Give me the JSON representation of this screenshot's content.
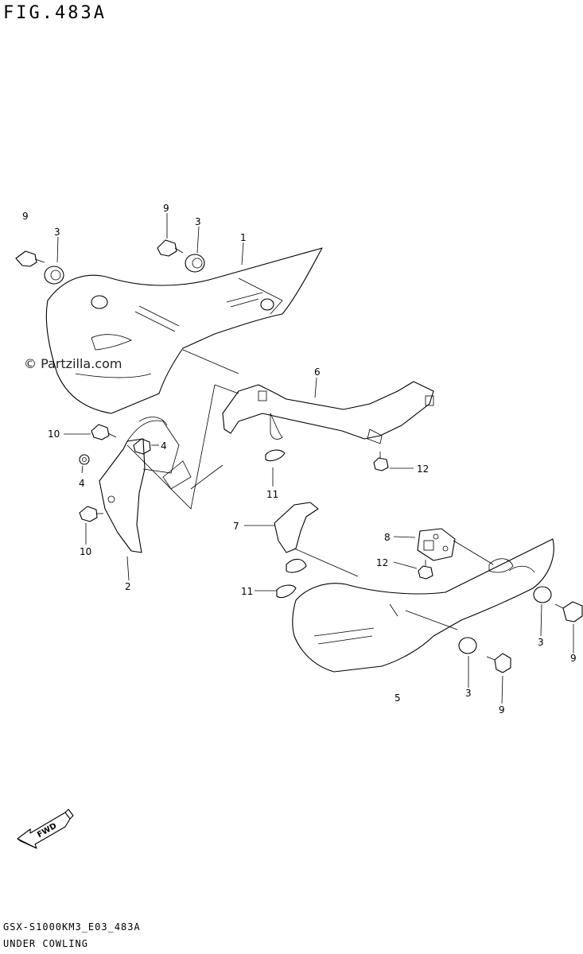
{
  "figure": {
    "title": "FIG.483A",
    "code": "GSX-S1000KM3_E03_483A",
    "name": "UNDER COWLING",
    "watermark": "© Partzilla.com",
    "fwd_label": "FWD"
  },
  "callouts": [
    {
      "id": "c-9a",
      "label": "9"
    },
    {
      "id": "c-3a",
      "label": "3"
    },
    {
      "id": "c-9b",
      "label": "9"
    },
    {
      "id": "c-3b",
      "label": "3"
    },
    {
      "id": "c-1",
      "label": "1"
    },
    {
      "id": "c-6",
      "label": "6"
    },
    {
      "id": "c-10a",
      "label": "10"
    },
    {
      "id": "c-4a",
      "label": "4"
    },
    {
      "id": "c-4b",
      "label": "4"
    },
    {
      "id": "c-10b",
      "label": "10"
    },
    {
      "id": "c-2",
      "label": "2"
    },
    {
      "id": "c-11a",
      "label": "11"
    },
    {
      "id": "c-12a",
      "label": "12"
    },
    {
      "id": "c-7",
      "label": "7"
    },
    {
      "id": "c-8",
      "label": "8"
    },
    {
      "id": "c-12b",
      "label": "12"
    },
    {
      "id": "c-11b",
      "label": "11"
    },
    {
      "id": "c-3c",
      "label": "3"
    },
    {
      "id": "c-9c",
      "label": "9"
    },
    {
      "id": "c-3d",
      "label": "3"
    },
    {
      "id": "c-9d",
      "label": "9"
    },
    {
      "id": "c-5",
      "label": "5"
    }
  ]
}
